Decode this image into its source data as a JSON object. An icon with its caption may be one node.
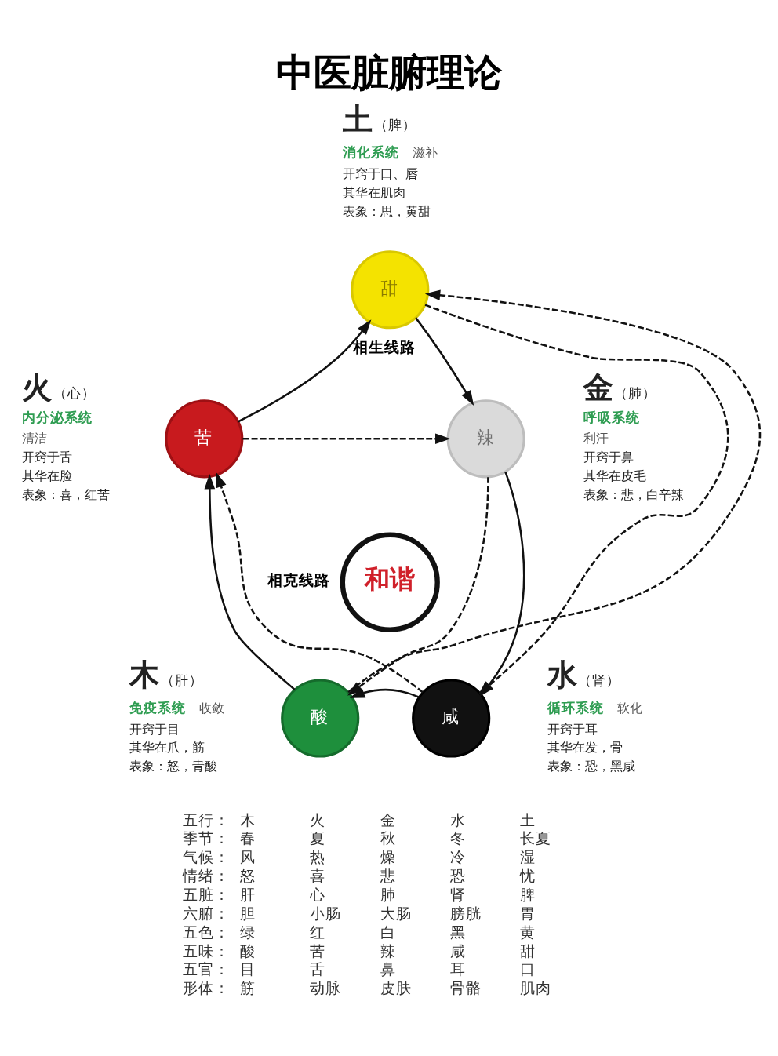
{
  "diagram": {
    "title": "中医脏腑理论",
    "nodes": [
      {
        "text": [
          "甜"
        ],
        "beside": [
          "土",
          "（脾）",
          "消化系统",
          "滋补",
          "开窍于口、唇",
          "其华在肌肉",
          "表象：思，黄甜"
        ]
      },
      {
        "text": [
          "苦"
        ],
        "beside": [
          "火",
          "（心）",
          "内分泌系统",
          "清洁",
          "开窍于舌",
          "其华在脸",
          "表象：喜，红苦"
        ]
      },
      {
        "text": [
          "和谐"
        ]
      },
      {
        "text": [
          "辣"
        ],
        "beside": [
          "金",
          "（肺）",
          "呼吸系统",
          "利汗",
          "开窍于鼻",
          "其华在皮毛",
          "表象：悲，白辛辣"
        ]
      },
      {
        "text": [
          "酸"
        ],
        "beside": [
          "木",
          "（肝）",
          "免疫系统",
          "收敛",
          "开窍于目",
          "其华在爪，筋",
          "表象：怒，青酸"
        ]
      },
      {
        "text": [
          "咸"
        ],
        "beside": [
          "水",
          "（肾）",
          "循环系统",
          "软化",
          "开窍于耳",
          "其华在发，骨",
          "表象：恐，黑咸"
        ]
      }
    ],
    "edges": [
      {
        "from": 1,
        "to": 0,
        "arrow": "to",
        "label": "相生线路"
      },
      {
        "from": 0,
        "to": 3,
        "arrow": "to"
      },
      {
        "from": 3,
        "to": 5,
        "arrow": "to"
      },
      {
        "from": 5,
        "to": 4,
        "arrow": "to"
      },
      {
        "from": 4,
        "to": 1,
        "arrow": "to"
      },
      {
        "from": 4,
        "to": 0,
        "arrow": "to",
        "style": "dashed"
      },
      {
        "from": 0,
        "to": 5,
        "arrow": "to",
        "style": "dashed"
      },
      {
        "from": 5,
        "to": 1,
        "arrow": "to",
        "style": "dashed",
        "label": "相克线路"
      },
      {
        "from": 1,
        "to": 3,
        "arrow": "to",
        "style": "dashed"
      },
      {
        "from": 3,
        "to": 4,
        "arrow": "to",
        "style": "dashed"
      }
    ],
    "labels": [
      "五行：",
      "木",
      "火",
      "金",
      "水",
      "土",
      "季节：",
      "春",
      "夏",
      "秋",
      "冬",
      "长夏",
      "气候：",
      "风",
      "热",
      "燥",
      "冷",
      "湿",
      "情绪：",
      "怒",
      "喜",
      "悲",
      "恐",
      "忧",
      "五脏：",
      "肝",
      "心",
      "肺",
      "肾",
      "脾",
      "六腑：",
      "胆",
      "小肠",
      "大肠",
      "膀胱",
      "胃",
      "五色：",
      "绿",
      "红",
      "白",
      "黑",
      "黄",
      "五味：",
      "酸",
      "苦",
      "辣",
      "咸",
      "甜",
      "五官：",
      "目",
      "舌",
      "鼻",
      "耳",
      "口",
      "形体：",
      "筋",
      "动脉",
      "皮肤",
      "骨骼",
      "肌肉"
    ]
  }
}
